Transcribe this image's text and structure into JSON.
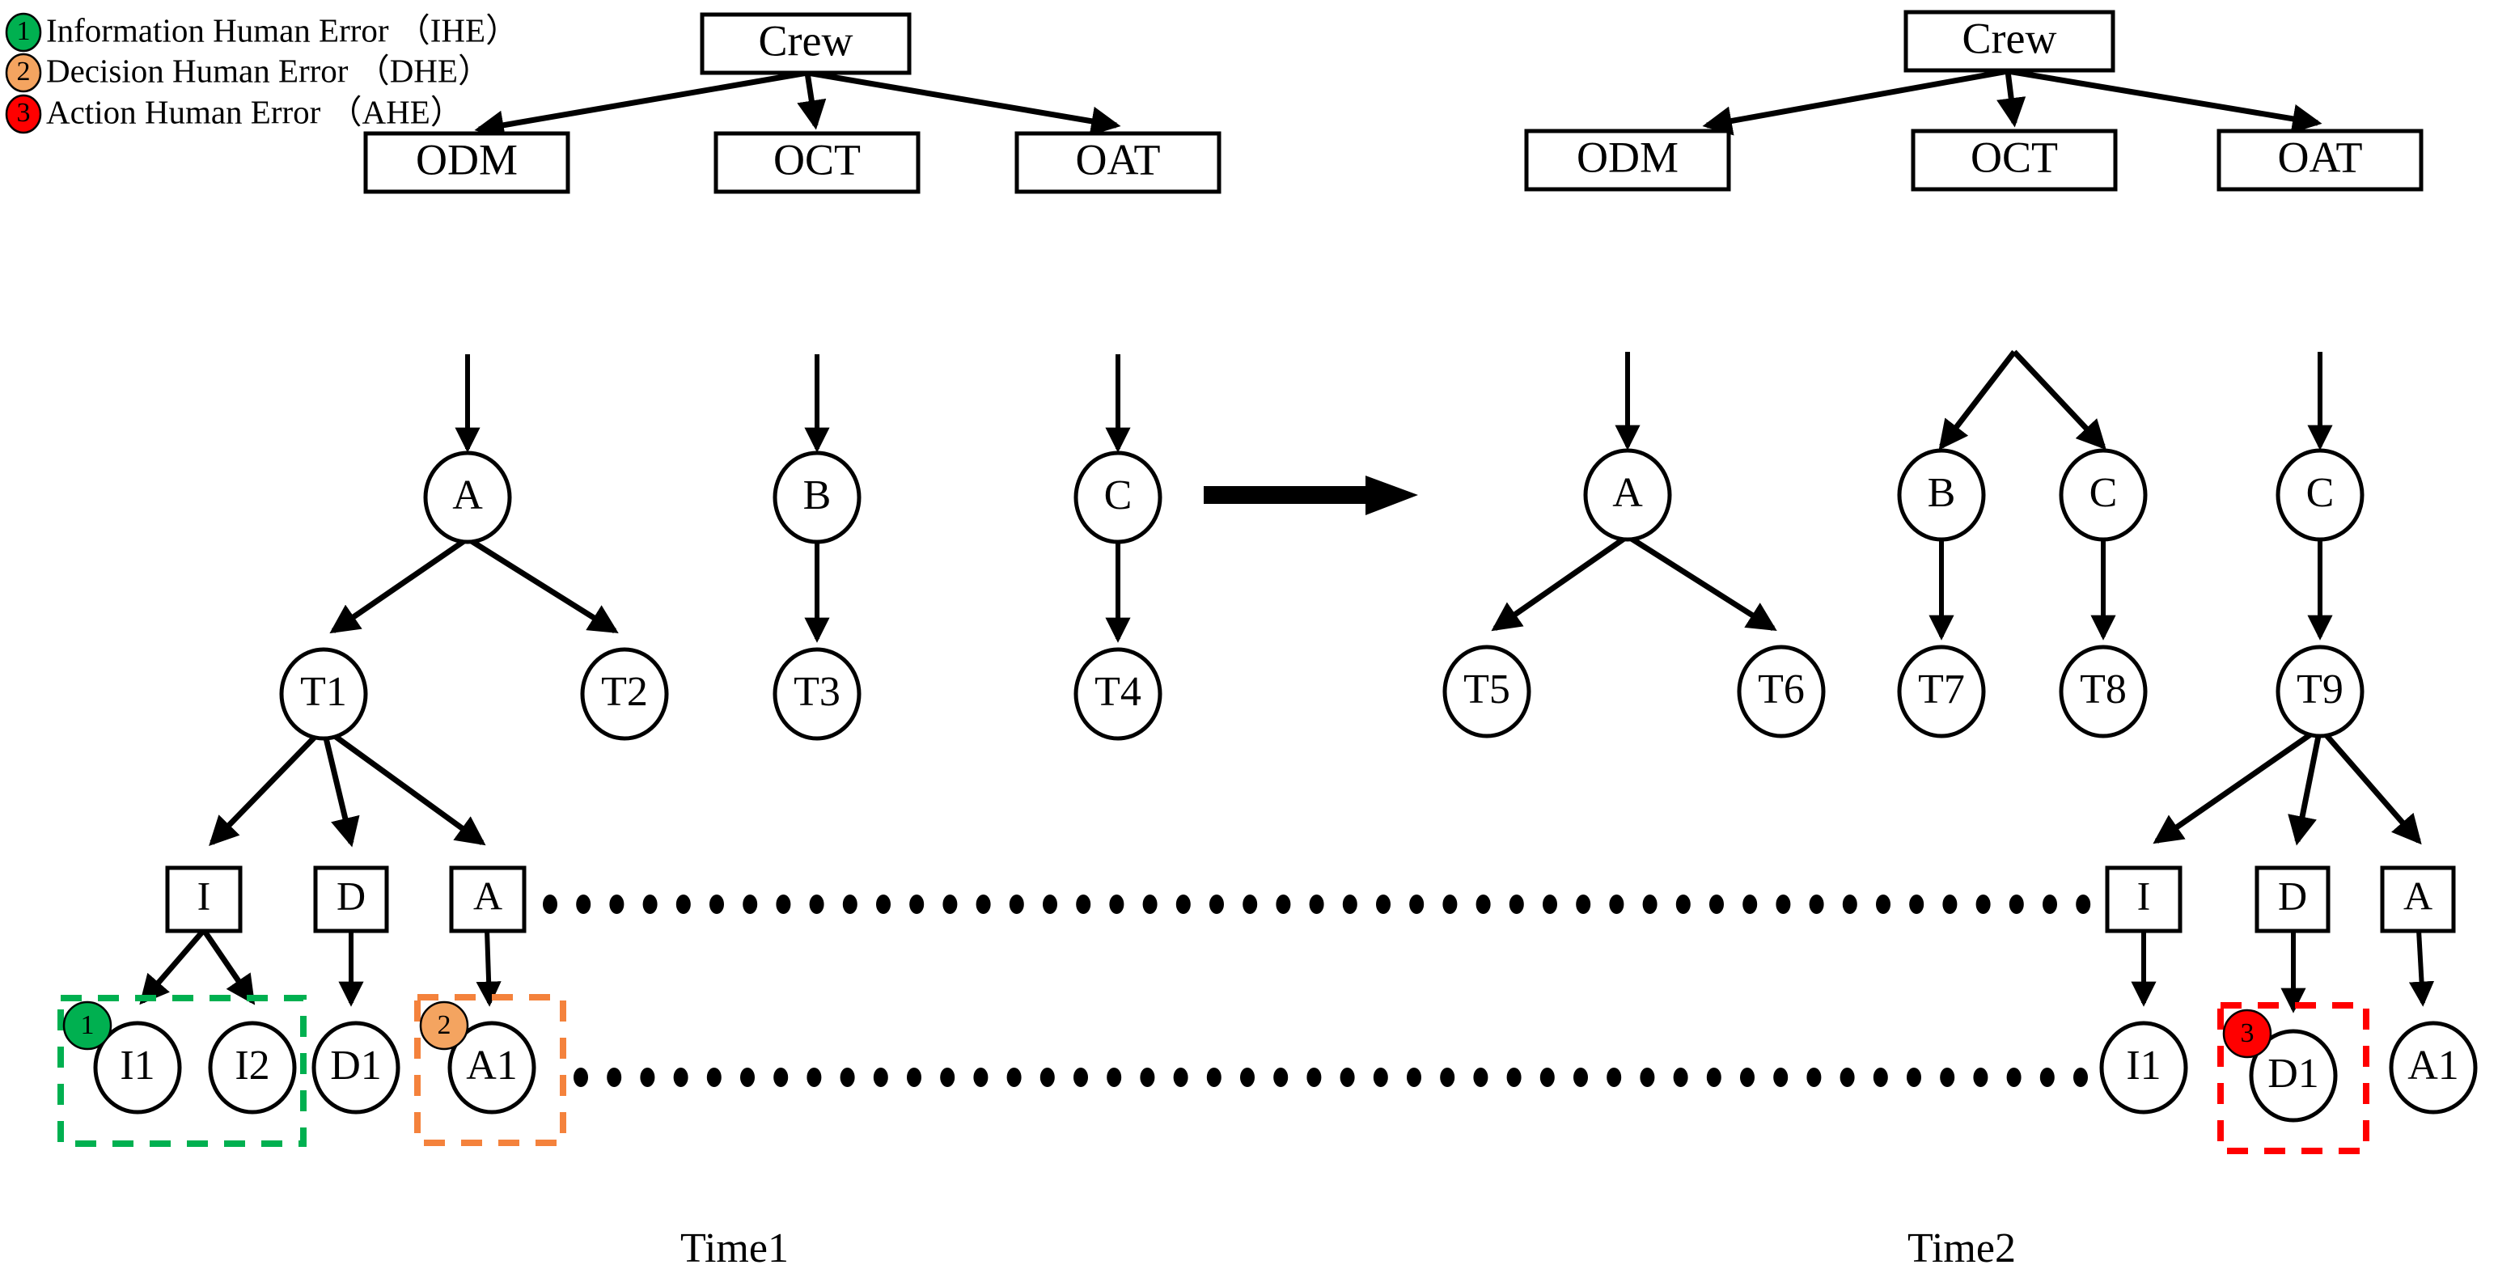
{
  "figure": {
    "title_left": "Time1",
    "title_right": "Time2",
    "background": "#ffffff",
    "line_color": "#000000"
  },
  "legend": {
    "items": [
      {
        "num": "1",
        "label": "Information Human Error （IHE）",
        "color": "#00b050",
        "icon": "numbered-dot-icon"
      },
      {
        "num": "2",
        "label": "Decision Human Error （DHE）",
        "color": "#f4a460",
        "icon": "numbered-dot-icon"
      },
      {
        "num": "3",
        "label": "Action Human Error （AHE）",
        "color": "#ff0000",
        "icon": "numbered-dot-icon"
      }
    ]
  },
  "transition": {
    "name": "time-transition-arrow"
  },
  "left_tree": {
    "root": "Crew",
    "level2": [
      "ODM",
      "OCT",
      "OAT"
    ],
    "level3": [
      "A",
      "B",
      "C"
    ],
    "level4": [
      "T1",
      "T2",
      "T3",
      "T4"
    ],
    "level5": [
      "I",
      "D",
      "A"
    ],
    "level6": [
      "I1",
      "I2",
      "D1",
      "A1"
    ],
    "highlights": [
      {
        "badge": "1",
        "color": "#00b050",
        "nodes": [
          "I1",
          "I2"
        ]
      },
      {
        "badge": "2",
        "color": "#f4823c",
        "nodes": [
          "A1"
        ]
      }
    ]
  },
  "right_tree": {
    "root": "Crew",
    "level2": [
      "ODM",
      "OCT",
      "OAT"
    ],
    "level3": [
      "A",
      "B",
      "C",
      "C"
    ],
    "level4": [
      "T5",
      "T6",
      "T7",
      "T8",
      "T9"
    ],
    "level5": [
      "I",
      "D",
      "A"
    ],
    "level6": [
      "I1",
      "D1",
      "A1"
    ],
    "highlights": [
      {
        "badge": "3",
        "color": "#ff0000",
        "nodes": [
          "D1"
        ]
      }
    ]
  }
}
